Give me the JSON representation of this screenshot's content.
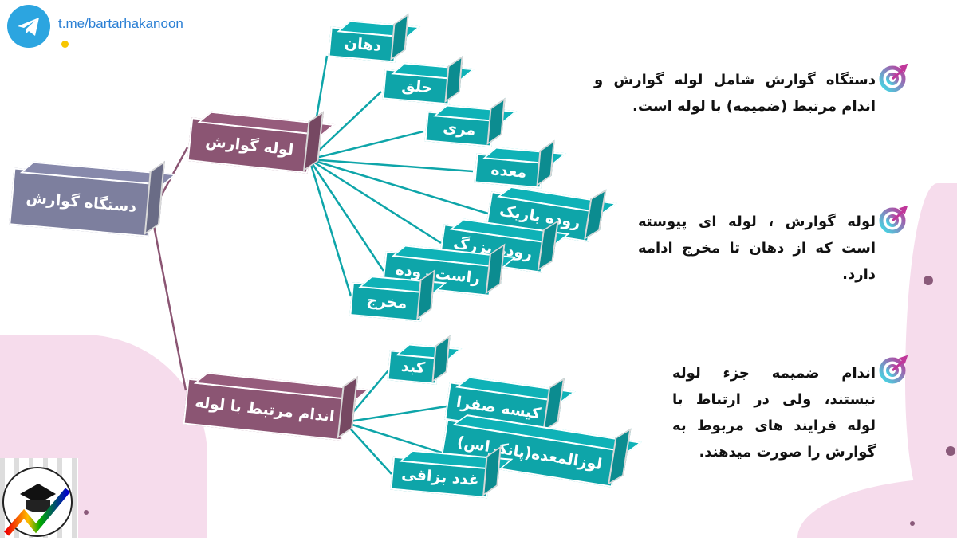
{
  "header": {
    "link": "t.me/bartarhakanoon"
  },
  "diagram": {
    "root": "دستگاه گوارش",
    "branch1": {
      "label": "لوله گوارش",
      "children": [
        "دهان",
        "حلق",
        "مری",
        "معده",
        "روده باریک",
        "روده بزرگ",
        "راست روده",
        "مخرج"
      ]
    },
    "branch2": {
      "label": "اندام مرتبط با لوله",
      "children": [
        "کبد",
        "کیسه صفرا",
        "لوزالمعده(پانکراس)",
        "غدد بزاقی"
      ]
    }
  },
  "notes": [
    "دستگاه گوارش شامل لوله گوارش و اندام مرتبط (ضمیمه) با لوله است.",
    "لوله گوارش ، لوله ای پیوسته است که از دهان تا مخرج ادامه دارد.",
    "اندام ضمیمه جزء لوله نیستند، ولی در ارتباط با لوله  فرایند های مربوط به گوارش را صورت میدهند."
  ],
  "colors": {
    "teal": "#0ea5a9",
    "maroon": "#8b5573",
    "gray": "#7d7f9e",
    "pink": "#f6dcec"
  }
}
